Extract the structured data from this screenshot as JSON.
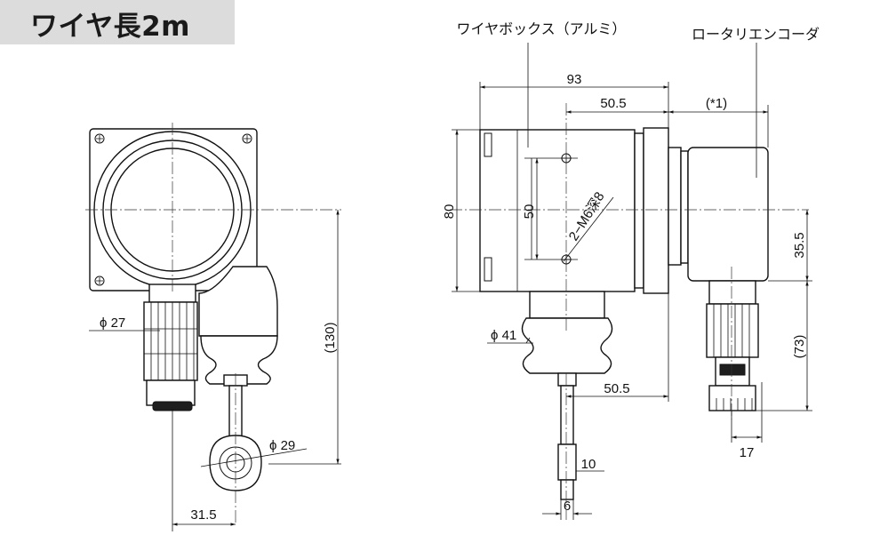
{
  "title": "ワイヤ長2m",
  "callouts": {
    "wire_box": "ワイヤボックス（アルミ）",
    "rotary_encoder": "ロータリエンコーダ"
  },
  "front_view": {
    "dim_connector_dia": "ϕ 27",
    "dim_height": "(130)",
    "dim_ring_dia": "ϕ 29",
    "dim_offset": "31.5"
  },
  "side_view": {
    "dim_total_width": "93",
    "dim_hole_offset": "50.5",
    "dim_encoder": "(*1)",
    "dim_height": "80",
    "dim_hole_pitch": "50",
    "dim_mount_holes": "2−M6深8",
    "dim_boss_dia": "ϕ 41",
    "dim_wire_offset": "50.5",
    "dim_connector_center": "35.5",
    "dim_connector_length": "(73)",
    "dim_connector_width": "17",
    "dim_wire_end": "10",
    "dim_wire_thickness": "6"
  }
}
